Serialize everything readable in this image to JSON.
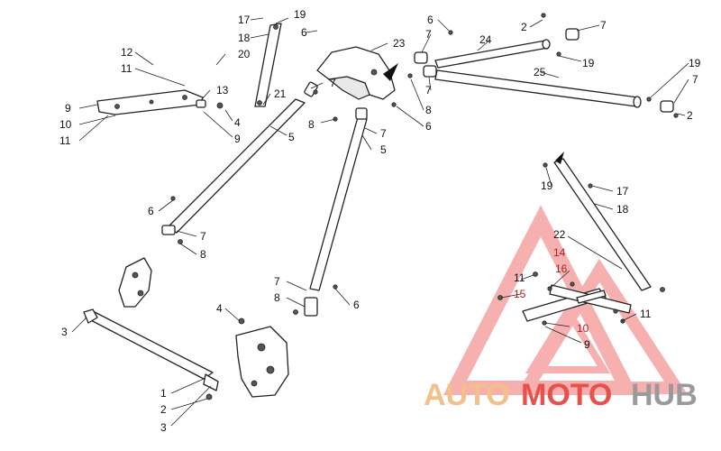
{
  "diagram": {
    "callouts": {
      "c1": "1",
      "c2a": "2",
      "c2b": "2",
      "c2c": "2",
      "c3a": "3",
      "c3b": "3",
      "c4a": "4",
      "c4b": "4",
      "c5a": "5",
      "c5b": "5",
      "c6a": "6",
      "c6b": "6",
      "c6c": "6",
      "c6d": "6",
      "c6e": "6",
      "c7a": "7",
      "c7b": "7",
      "c7c": "7",
      "c7d": "7",
      "c7e": "7",
      "c7f": "7",
      "c7g": "7",
      "c7h": "7",
      "c8a": "8",
      "c8b": "8",
      "c8c": "8",
      "c8d": "8",
      "c9a": "9",
      "c9b": "9",
      "c9c": "9",
      "c10a": "10",
      "c10b": "10",
      "c11a": "11",
      "c11b": "11",
      "c11c": "11",
      "c11d": "11",
      "c12": "12",
      "c13": "13",
      "c14": "14",
      "c15": "15",
      "c16": "16",
      "c17a": "17",
      "c17b": "17",
      "c18a": "18",
      "c18b": "18",
      "c19a": "19",
      "c19b": "19",
      "c19c": "19",
      "c19d": "19",
      "c20": "20",
      "c21": "21",
      "c22": "22",
      "c23": "23",
      "c24": "24",
      "c25": "25"
    }
  },
  "watermark": {
    "part1": "AUTO",
    "part2": "MOTO",
    "part3": "HUB",
    "colors": {
      "auto": "#f3c08a",
      "moto": "#e8504a",
      "hub": "#9a9a9a",
      "triangle": "#f07070"
    }
  }
}
